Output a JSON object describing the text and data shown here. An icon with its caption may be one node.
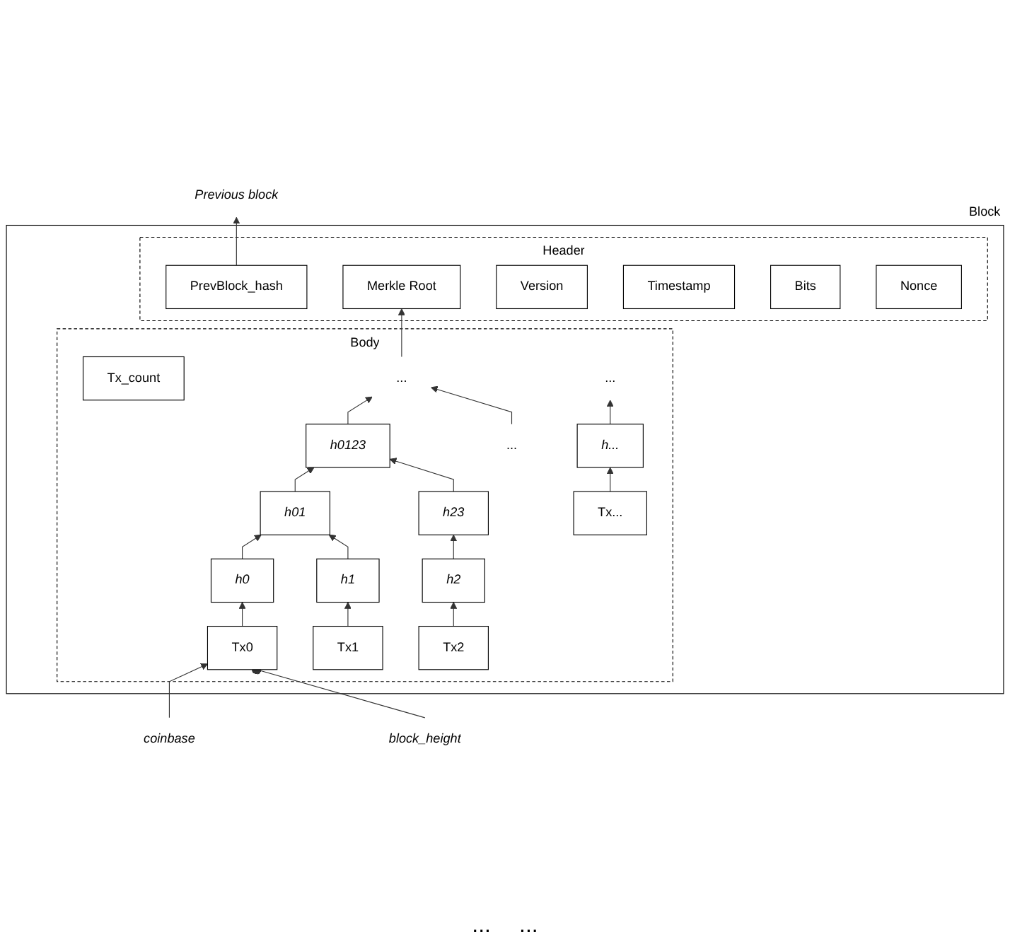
{
  "diagram": {
    "nodes": [
      {
        "text": [
          "Block"
        ]
      },
      {
        "text": [
          "Header"
        ],
        "in": 0
      },
      {
        "text": [
          "PrevBlock_hash"
        ],
        "in": 1
      },
      {
        "text": [
          "Merkle Root"
        ],
        "in": 1
      },
      {
        "text": [
          "Version"
        ],
        "in": 1
      },
      {
        "text": [
          "Timestamp"
        ],
        "in": 1
      },
      {
        "text": [
          "Bits"
        ],
        "in": 1
      },
      {
        "text": [
          "Nonce"
        ],
        "in": 1
      },
      {
        "text": [
          "Body"
        ],
        "in": 0
      },
      {
        "text": [
          "Tx_count"
        ],
        "in": 8
      },
      {
        "text": [
          "..."
        ],
        "in": 8
      },
      {
        "text": [
          "h0123"
        ],
        "in": 8
      },
      {
        "text": [
          "..."
        ],
        "in": 8
      },
      {
        "text": [
          "h01"
        ],
        "in": 8
      },
      {
        "text": [
          "h23"
        ],
        "in": 8
      },
      {
        "text": [
          "..."
        ],
        "in": 8
      },
      {
        "text": [
          "h0"
        ],
        "in": 8
      },
      {
        "text": [
          "h1"
        ],
        "in": 8
      },
      {
        "text": [
          "h2"
        ],
        "in": 8
      },
      {
        "text": [
          "h..."
        ],
        "in": 8
      },
      {
        "text": [
          "Tx0"
        ],
        "in": 8
      },
      {
        "text": [
          "Tx1"
        ],
        "in": 8
      },
      {
        "text": [
          "Tx2"
        ],
        "in": 8
      },
      {
        "text": [
          "Tx..."
        ],
        "in": 8
      },
      {
        "text": [
          "Previous block"
        ]
      },
      {
        "text": [
          "coinbase"
        ]
      },
      {
        "text": [
          "block_height"
        ]
      }
    ],
    "edges": [
      {
        "from": 2,
        "to": 24,
        "arrow": "to"
      },
      {
        "from": 10,
        "to": 3,
        "arrow": "to"
      },
      {
        "from": 11,
        "to": 10,
        "arrow": "to"
      },
      {
        "from": 12,
        "to": 10,
        "arrow": "to"
      },
      {
        "from": 13,
        "to": 11,
        "arrow": "to"
      },
      {
        "from": 14,
        "to": 11,
        "arrow": "to"
      },
      {
        "from": 16,
        "to": 13,
        "arrow": "to"
      },
      {
        "from": 17,
        "to": 13,
        "arrow": "to"
      },
      {
        "from": 18,
        "to": 14,
        "arrow": "to"
      },
      {
        "from": 19,
        "to": 15,
        "arrow": "to"
      },
      {
        "from": 20,
        "to": 16,
        "arrow": "to"
      },
      {
        "from": 21,
        "to": 17,
        "arrow": "to"
      },
      {
        "from": 22,
        "to": 18,
        "arrow": "to"
      },
      {
        "from": 23,
        "to": 19,
        "arrow": "to"
      },
      {
        "from": 25,
        "to": 20,
        "arrow": "to"
      },
      {
        "from": 26,
        "to": 20,
        "arrow": "other"
      }
    ],
    "labels": [
      "...",
      "..."
    ]
  }
}
